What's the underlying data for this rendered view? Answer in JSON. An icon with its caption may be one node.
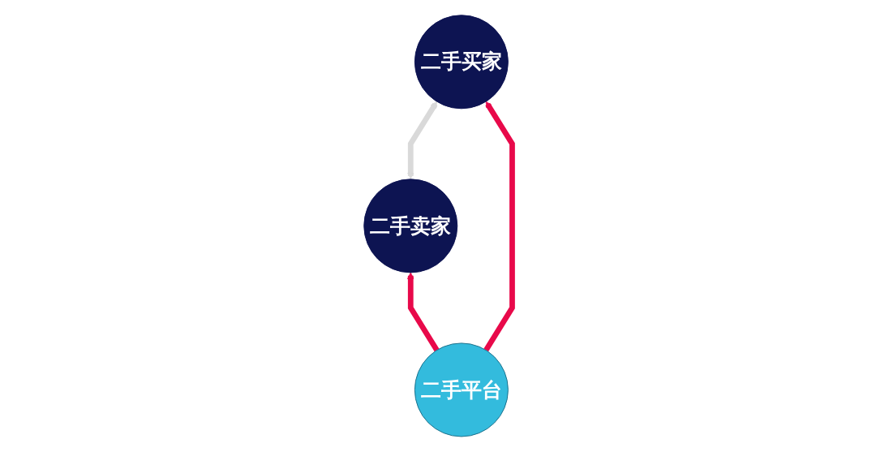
{
  "diagram": {
    "nodes": [
      {
        "text": [
          "二手卖家"
        ]
      },
      {
        "text": [
          "二手买家"
        ]
      },
      {
        "text": [
          "二手平台"
        ]
      }
    ],
    "edges": [
      {
        "from": 0,
        "to": 1,
        "arrow": "both",
        "color": "#d9d9d9"
      },
      {
        "from": 2,
        "to": 0,
        "arrow": "to"
      },
      {
        "from": 2,
        "to": 1,
        "arrow": "to"
      }
    ]
  }
}
